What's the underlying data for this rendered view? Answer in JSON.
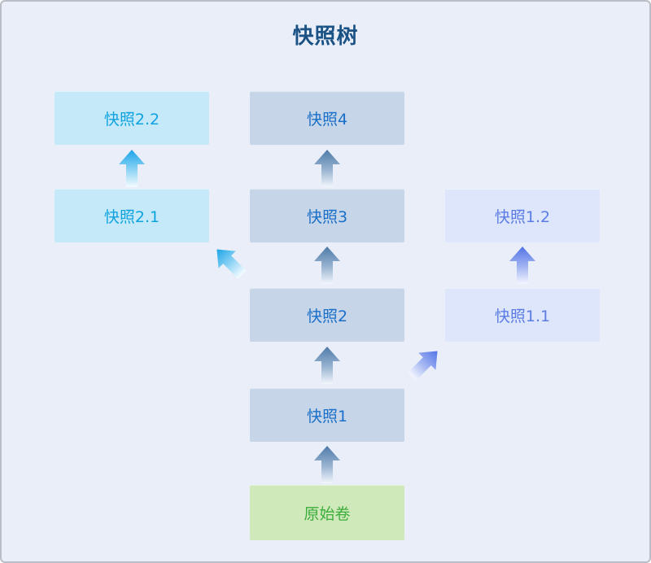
{
  "title": "快照树",
  "diagram": {
    "nodes": {
      "origin": {
        "label": "原始卷"
      },
      "snap1": {
        "label": "快照1"
      },
      "snap2": {
        "label": "快照2"
      },
      "snap3": {
        "label": "快照3"
      },
      "snap4": {
        "label": "快照4"
      },
      "snap11": {
        "label": "快照1.1"
      },
      "snap12": {
        "label": "快照1.2"
      },
      "snap21": {
        "label": "快照2.1"
      },
      "snap22": {
        "label": "快照2.2"
      }
    },
    "edges": [
      {
        "from": "origin",
        "to": "snap1"
      },
      {
        "from": "snap1",
        "to": "snap2"
      },
      {
        "from": "snap2",
        "to": "snap3"
      },
      {
        "from": "snap3",
        "to": "snap4"
      },
      {
        "from": "snap1",
        "to": "snap11"
      },
      {
        "from": "snap11",
        "to": "snap12"
      },
      {
        "from": "snap2",
        "to": "snap21"
      },
      {
        "from": "snap21",
        "to": "snap22"
      }
    ],
    "colors": {
      "background": "#e9eef8",
      "border": "#b9bec6",
      "title_text": "#1a5285",
      "main_chain_fill": "#c7d5e9",
      "main_chain_text": "#1a6fc8",
      "branch2_fill": "#c6e9f9",
      "branch2_text": "#0fa3e0",
      "branch1_fill": "#dde6fb",
      "branch1_text": "#5b7ce4",
      "origin_fill": "#cfe9ba",
      "origin_text": "#3bad3c",
      "arrow_main": "#4e7aa8",
      "arrow_branch2": "#1ba4e8",
      "arrow_branch1": "#5273e6"
    }
  }
}
